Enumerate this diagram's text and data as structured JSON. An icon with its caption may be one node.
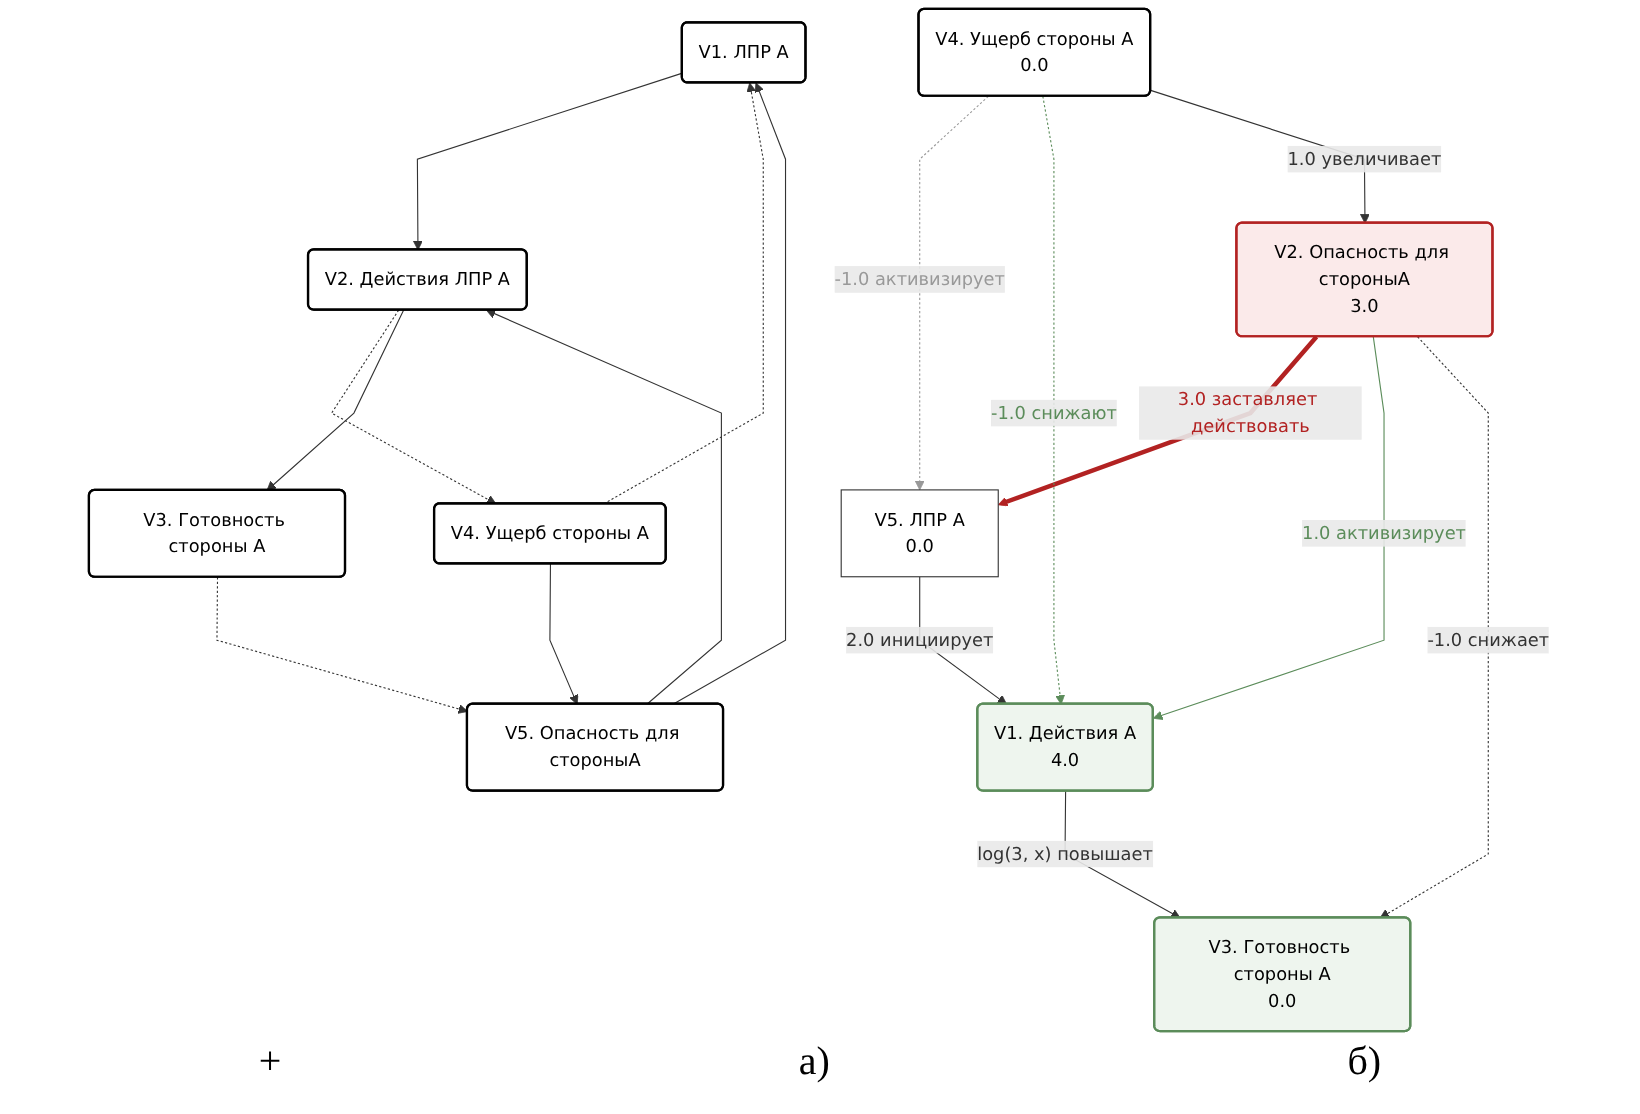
{
  "diagram": {
    "nodes": [
      {
        "text": [
          "V1. ЛПР А"
        ]
      },
      {
        "text": [
          "V4. Ущерб стороны А"
        ]
      },
      {
        "text": [
          "V2. Действия ЛПР А"
        ]
      },
      {
        "text": [
          "V5. Опасность для стороныА"
        ]
      },
      {
        "text": [
          "V3. Готовность стороны А"
        ]
      },
      {
        "text": [
          "V5. ЛПР А",
          "0.0"
        ]
      },
      {
        "text": [
          "V4. Ущерб стороны А",
          "0.0"
        ]
      },
      {
        "text": [
          "V1. Действия А",
          "4.0"
        ]
      },
      {
        "text": [
          "V2. Опасность для стороныА",
          "3.0"
        ]
      },
      {
        "text": [
          "V3. Готовность стороны А",
          "0.0"
        ]
      }
    ],
    "edges": [
      {
        "from": 0,
        "to": 2,
        "arrow": "to"
      },
      {
        "from": 3,
        "to": 0,
        "arrow": "to"
      },
      {
        "from": 1,
        "to": 0,
        "arrow": "to",
        "style": "dashed"
      },
      {
        "from": 2,
        "to": 1,
        "arrow": "to",
        "style": "dashed"
      },
      {
        "from": 1,
        "to": 3,
        "arrow": "to"
      },
      {
        "from": 3,
        "to": 2,
        "arrow": "to"
      },
      {
        "from": 2,
        "to": 4,
        "arrow": "to"
      },
      {
        "from": 4,
        "to": 3,
        "arrow": "to",
        "style": "dashed"
      },
      {
        "from": 5,
        "to": 7,
        "arrow": "to",
        "label": "2.0 инициирует"
      },
      {
        "from": 8,
        "to": 5,
        "arrow": "to",
        "label": "3.0 заставляет действовать",
        "style": "thick",
        "color": "#b22222"
      },
      {
        "from": 6,
        "to": 5,
        "arrow": "to",
        "label": "-1.0 активизирует",
        "style": "dashed",
        "color": "#999999"
      },
      {
        "from": 6,
        "to": 7,
        "arrow": "to",
        "label": "-1.0 снижают",
        "style": "dashed",
        "color": "#5b8c5a"
      },
      {
        "from": 6,
        "to": 8,
        "arrow": "to",
        "label": "1.0 увеличивает"
      },
      {
        "from": 8,
        "to": 7,
        "arrow": "to",
        "label": "1.0 активизирует",
        "color": "#5b8c5a"
      },
      {
        "from": 7,
        "to": 9,
        "arrow": "to",
        "label": "log(3, x) повышает"
      },
      {
        "from": 8,
        "to": 9,
        "arrow": "to",
        "label": "-1.0 снижает",
        "style": "dashed"
      }
    ],
    "labels": [
      "+",
      "а)",
      "б)"
    ]
  }
}
